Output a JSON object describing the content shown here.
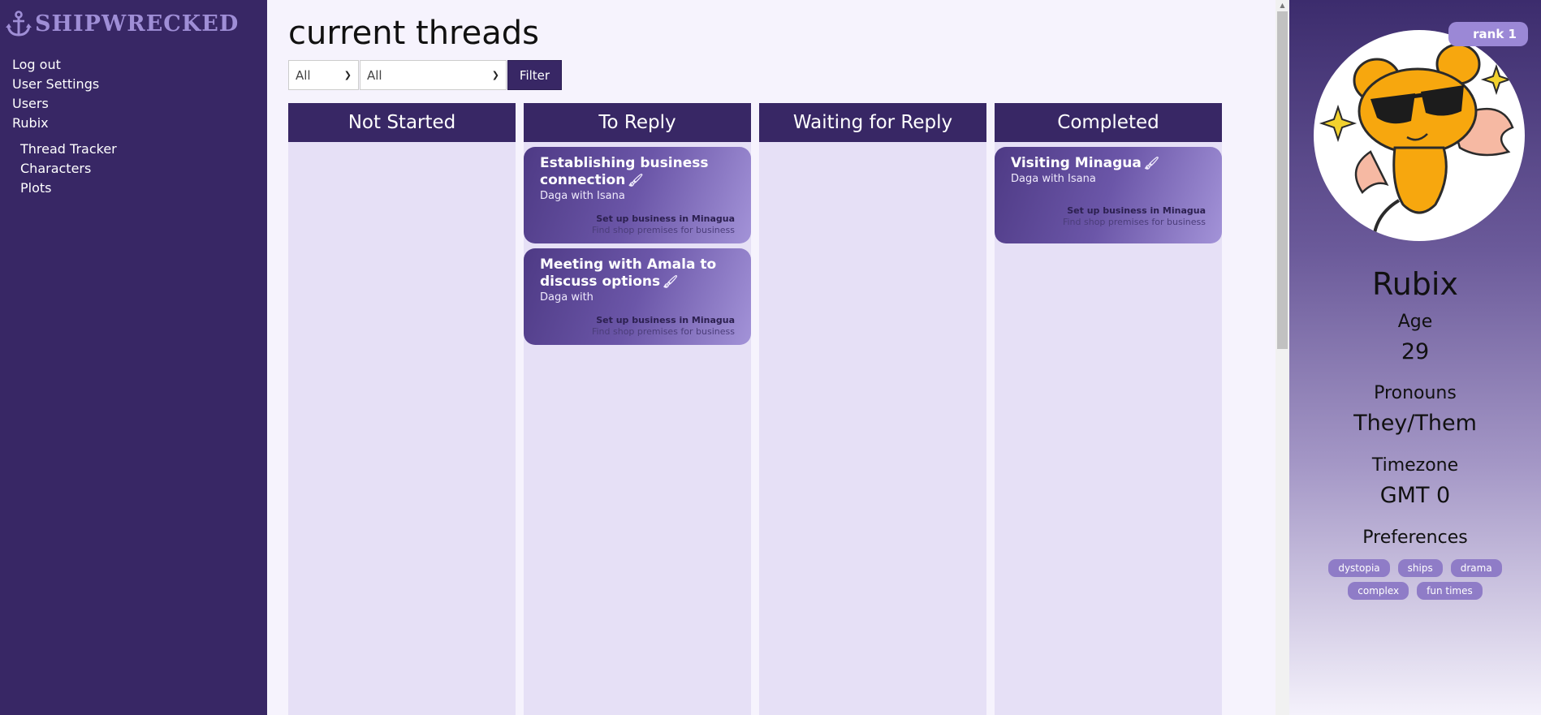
{
  "sidebar": {
    "logo": "SHIPWRECKED",
    "nav": [
      "Log out",
      "User Settings",
      "Users",
      "Rubix"
    ],
    "subnav": [
      "Thread Tracker",
      "Characters",
      "Plots"
    ]
  },
  "main": {
    "title": "current threads",
    "filters": {
      "select1": "All",
      "select2": "All",
      "button": "Filter"
    },
    "columns": [
      {
        "title": "Not Started",
        "cards": []
      },
      {
        "title": "To Reply",
        "cards": [
          {
            "title": "Establishing business connection",
            "sub": "Daga with Isana",
            "plot": "Set up business in Minagua",
            "subplot": "Find shop premises for business"
          },
          {
            "title": "Meeting with Amala to discuss options",
            "sub": "Daga with",
            "plot": "Set up business in Minagua",
            "subplot": "Find shop premises for business"
          }
        ]
      },
      {
        "title": "Waiting for Reply",
        "cards": []
      },
      {
        "title": "Completed",
        "cards": [
          {
            "title": "Visiting Minagua",
            "sub": "Daga with Isana",
            "plot": "Set up business in Minagua",
            "subplot": "Find shop premises for business"
          }
        ]
      }
    ]
  },
  "profile": {
    "rank": "rank 1",
    "name": "Rubix",
    "age_label": "Age",
    "age": "29",
    "pronouns_label": "Pronouns",
    "pronouns": "They/Them",
    "timezone_label": "Timezone",
    "timezone": "GMT 0",
    "preferences_label": "Preferences",
    "preferences": [
      "dystopia",
      "ships",
      "drama",
      "complex",
      "fun times"
    ]
  },
  "colors": {
    "sidebar": "#382765",
    "accent": "#9b88d6",
    "board": "#e6e0f6"
  }
}
